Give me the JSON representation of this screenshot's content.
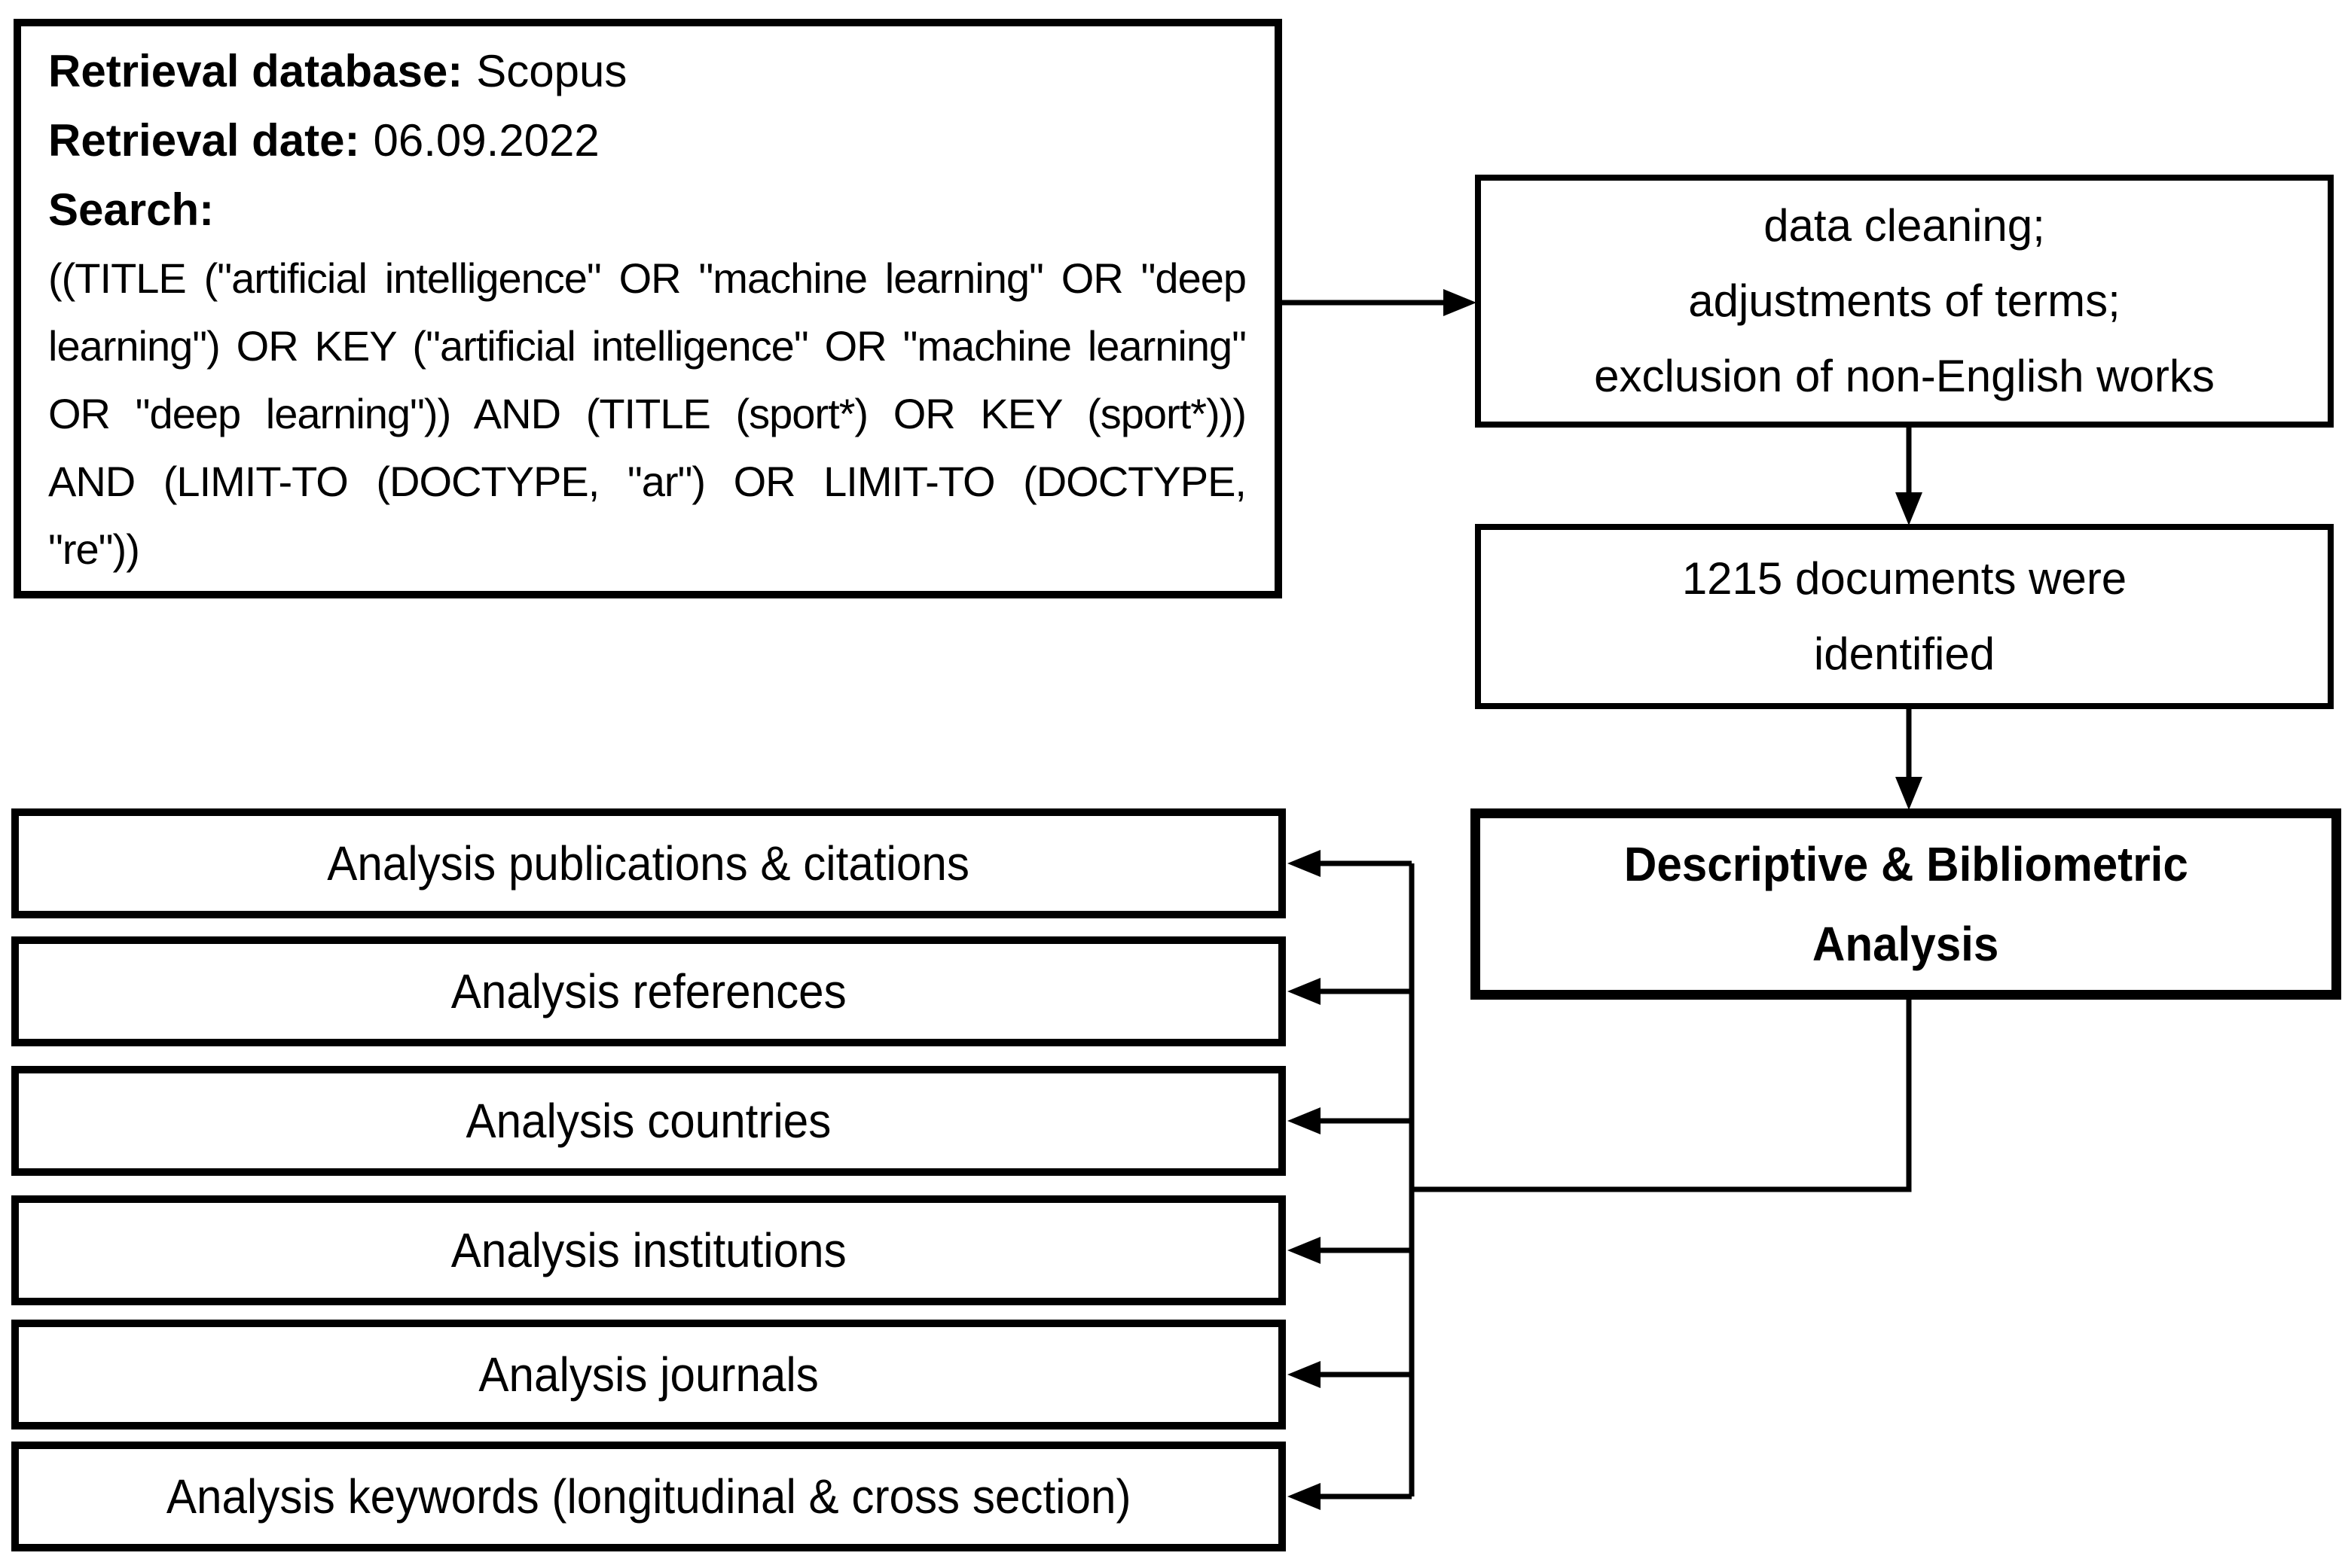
{
  "search_box": {
    "retrieval_database_label": "Retrieval database:",
    "retrieval_database_value": "Scopus",
    "retrieval_date_label": "Retrieval date:",
    "retrieval_date_value": "06.09.2022",
    "search_label": "Search:",
    "query": "((TITLE (\"artificial intelligence\" OR \"machine learning\" OR \"deep learning\") OR KEY (\"artificial intelligence\" OR \"machine learning\" OR \"deep learning\")) AND (TITLE (sport*) OR KEY (sport*))) AND (LIMIT-TO (DOCTYPE, \"ar\") OR LIMIT-TO (DOCTYPE, \"re\"))"
  },
  "process_column": {
    "cleaning_box": {
      "lines": [
        "data cleaning;",
        "adjustments of terms;",
        "exclusion of non-English works"
      ]
    },
    "identified_box": {
      "lines": [
        "1215 documents were",
        "identified"
      ]
    },
    "analysis_box": {
      "lines": [
        "Descriptive & Bibliometric",
        "Analysis"
      ]
    }
  },
  "analysis_boxes": [
    {
      "label": "Analysis publications & citations"
    },
    {
      "label": "Analysis references"
    },
    {
      "label": "Analysis countries"
    },
    {
      "label": "Analysis institutions"
    },
    {
      "label": "Analysis journals"
    },
    {
      "label": "Analysis keywords (longitudinal & cross section)"
    }
  ],
  "colors": {
    "line": "#000000",
    "box_background": "#ffffff",
    "text": "#000000"
  }
}
